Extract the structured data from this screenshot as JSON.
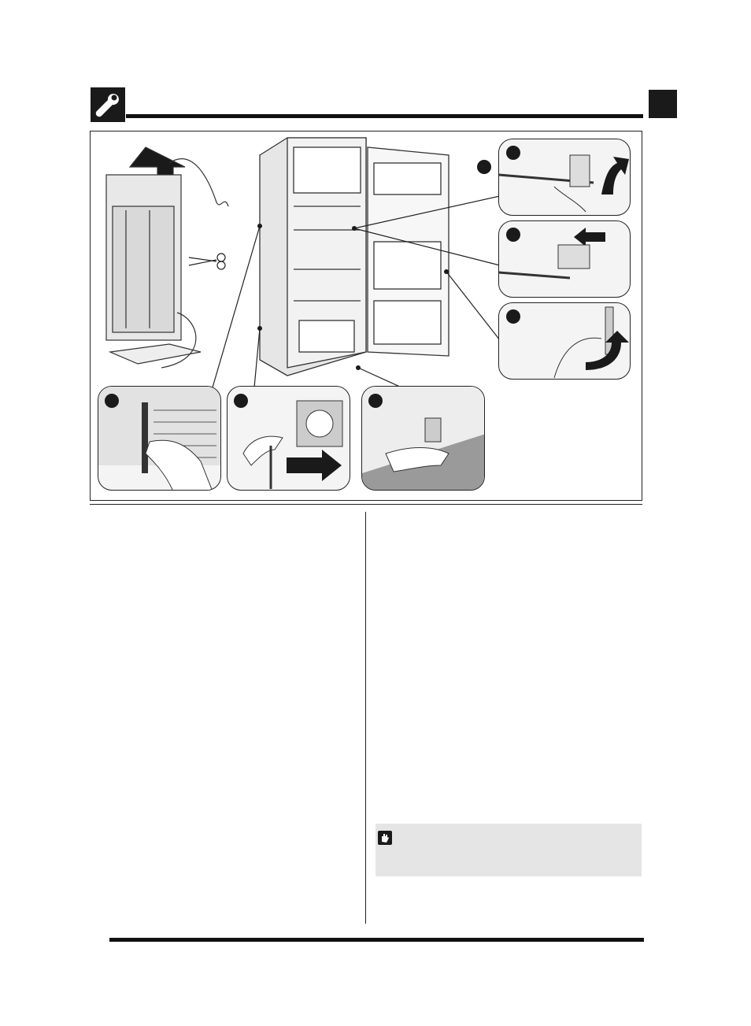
{
  "header": {
    "icon": "wrench-icon",
    "corner_tab_color": "#1a1a1a"
  },
  "figure": {
    "main_illustration": "refrigerator-open-door",
    "panels": [
      {
        "name": "shelf-lift-panel",
        "icon": "arrow-up-icon"
      },
      {
        "name": "bracket-insert-panel",
        "icon": "arrow-left-icon"
      },
      {
        "name": "door-handle-panel",
        "icon": "curved-arrow-icon"
      },
      {
        "name": "condenser-spacer-panel",
        "icon": "hand-icon"
      },
      {
        "name": "power-plug-panel",
        "icon": "plug-icon"
      },
      {
        "name": "foot-adjust-panel",
        "icon": "hand-icon"
      }
    ]
  },
  "note": {
    "icon": "hand-stop-icon",
    "background": "#e5e5e5"
  },
  "colors": {
    "ink": "#111111",
    "panel_fill": "#f4f4f4"
  }
}
